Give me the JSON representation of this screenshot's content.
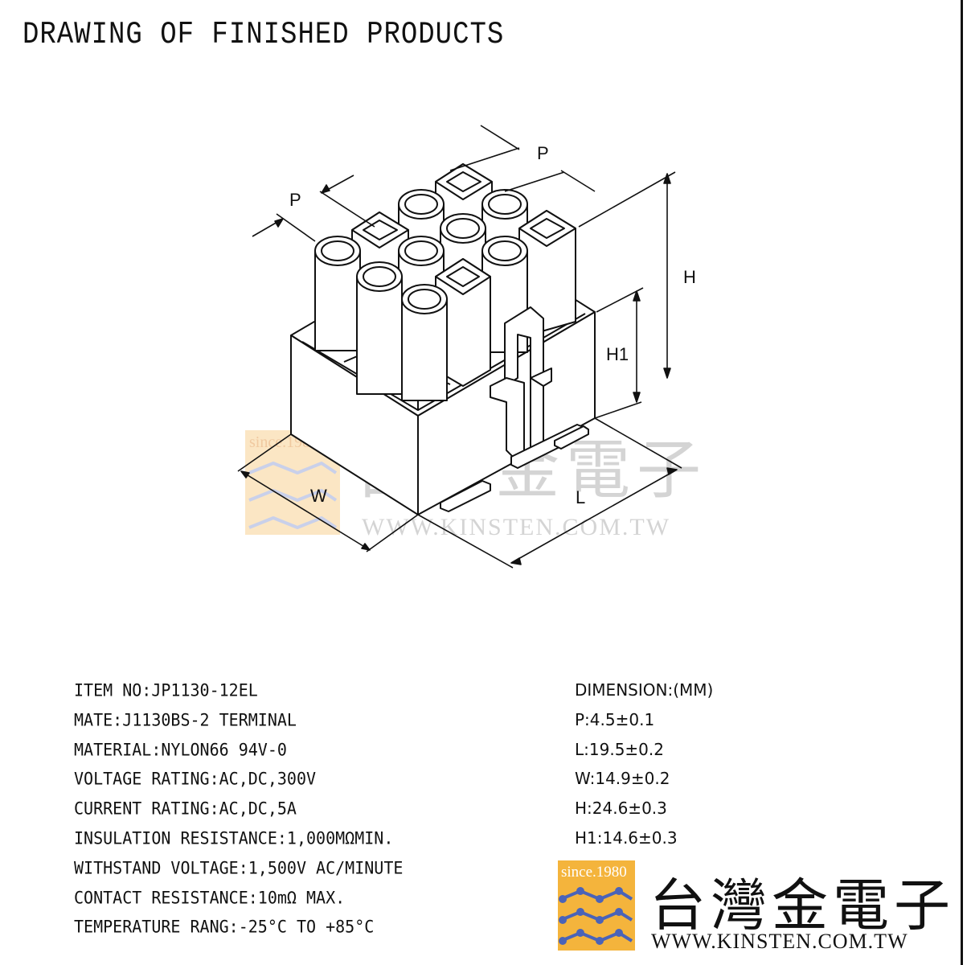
{
  "title": "DRAWING OF FINISHED PRODUCTS",
  "drawing_labels": {
    "p_left": "P",
    "p_right": "P",
    "h": "H",
    "h1": "H1",
    "w": "W",
    "l": "L"
  },
  "watermark": {
    "since": "since.1980",
    "brand": "台灣金電子",
    "url": "WWW.KINSTEN.COM.TW"
  },
  "specs": [
    "ITEM NO:JP1130-12EL",
    "MATE:J1130BS-2 TERMINAL",
    "MATERIAL:NYLON66 94V-0",
    "VOLTAGE RATING:AC,DC,300V",
    "CURRENT RATING:AC,DC,5A",
    "INSULATION RESISTANCE:1,000MΩMIN.",
    "WITHSTAND VOLTAGE:1,500V AC/MINUTE",
    "CONTACT RESISTANCE:10mΩ MAX.",
    "TEMPERATURE RANG:-25°C TO +85°C"
  ],
  "dimensions": {
    "header": "DIMENSION:(MM)",
    "rows": [
      "P:4.5±0.1",
      "L:19.5±0.2",
      "W:14.9±0.2",
      "H:24.6±0.3",
      "H1:14.6±0.3"
    ]
  },
  "logo": {
    "since": "since.1980",
    "brand": "台灣金電子",
    "url": "WWW.KINSTEN.COM.TW"
  },
  "colors": {
    "ink": "#111111",
    "logo_orange": "#f4b43c",
    "logo_blue": "#4a63b8",
    "watermark": "#c8c8c8"
  }
}
